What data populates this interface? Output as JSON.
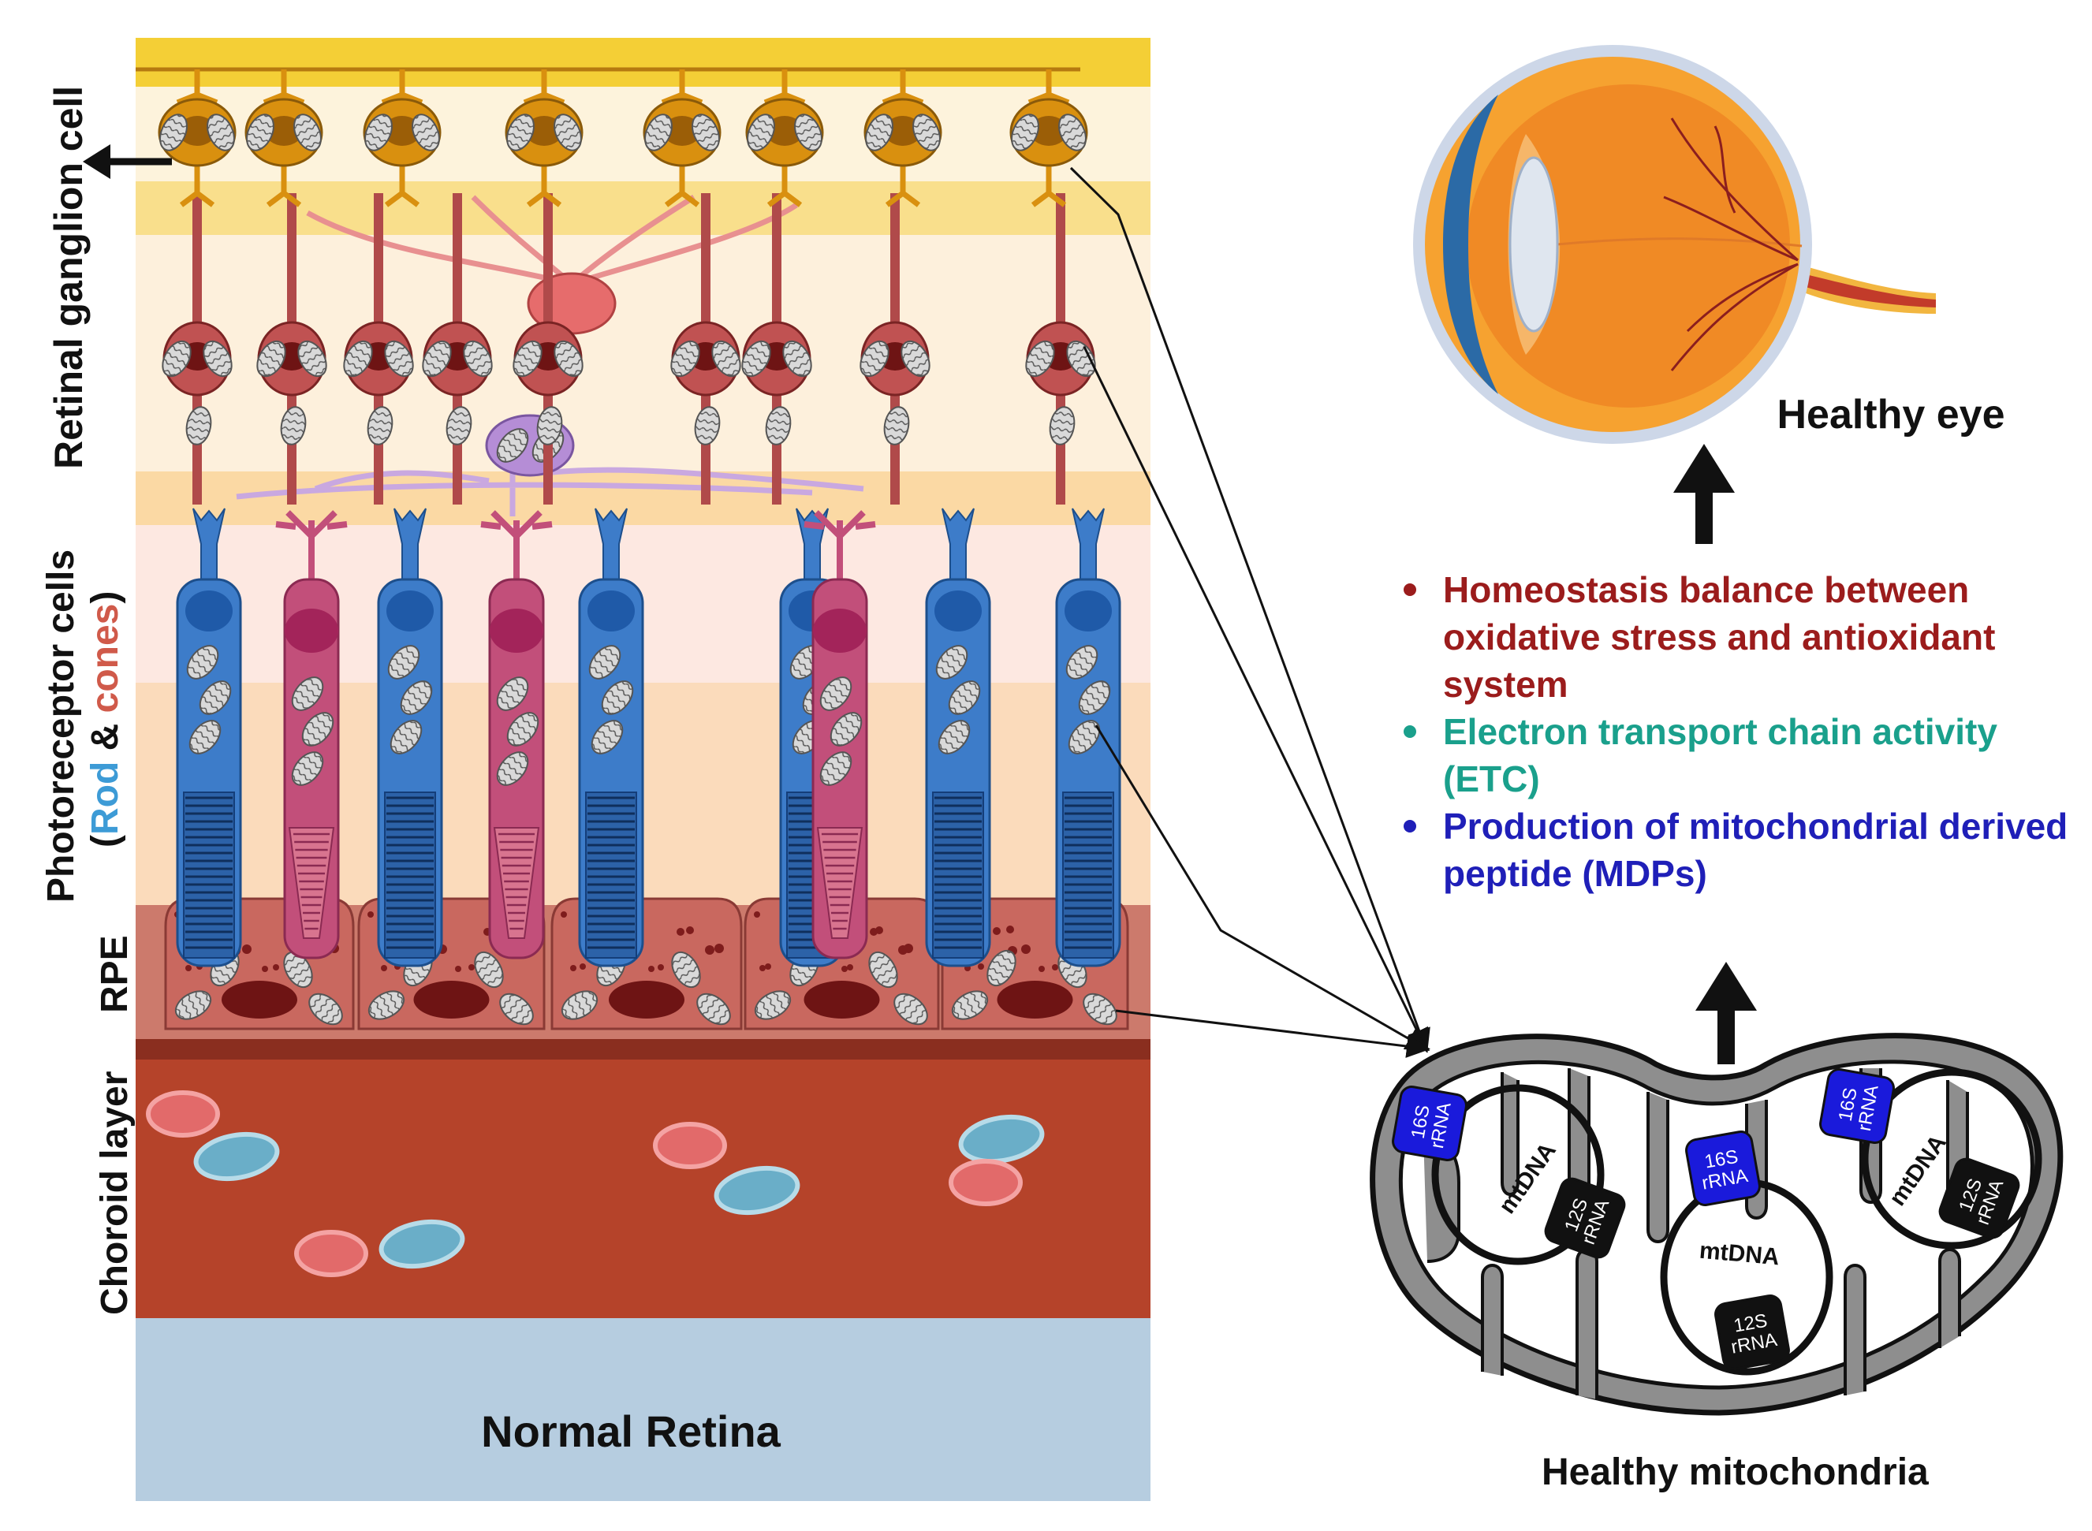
{
  "labels": {
    "retinal_ganglion": "Retinal ganglion cell",
    "photoreceptor_line1": "Photoreceptor cells",
    "photoreceptor_open": "(",
    "photoreceptor_rod": "Rod",
    "photoreceptor_amp": " & ",
    "photoreceptor_cones": "cones",
    "photoreceptor_close": ")",
    "rpe": "RPE",
    "choroid": "Choroid layer",
    "normal_retina": "Normal Retina",
    "healthy_eye": "Healthy eye",
    "healthy_mitochondria": "Healthy mitochondria"
  },
  "bullets": [
    {
      "text": "Homeostasis balance between oxidative stress and antioxidant system",
      "color": "#9b1c1c"
    },
    {
      "text": "Electron transport chain activity (ETC)",
      "color": "#1aa08c"
    },
    {
      "text": "Production of mitochondrial derived peptide (MDPs)",
      "color": "#1f1fb8"
    }
  ],
  "mitochondria": {
    "r16s": "16S rRNA",
    "r12s": "12S rRNA",
    "mtdna": "mtDNA"
  },
  "colors": {
    "rod": "#3d7cc9",
    "cone": "#c24f7a",
    "ganglion": "#d9900f",
    "bipolar": "#b04a4a",
    "rpe": "#c0605a",
    "choroid": "#b5432a",
    "sclera": "#b6cde0",
    "rrna16": "#1a1adb"
  }
}
